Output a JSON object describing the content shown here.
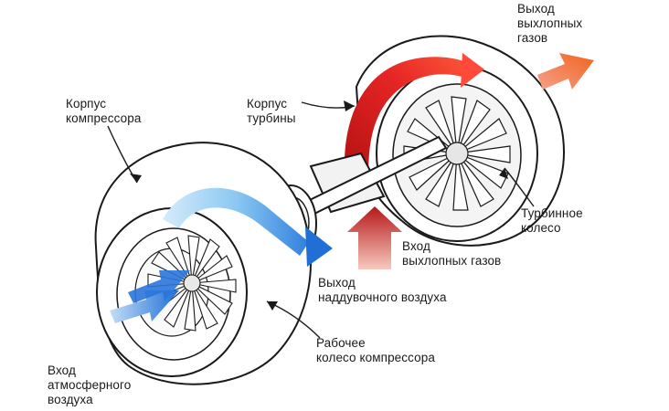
{
  "labels": {
    "compressor_housing": "Корпус\nкомпрессора",
    "turbine_housing": "Корпус\nтурбины",
    "exhaust_outlet": "Выход\nвыхлопных\nгазов",
    "turbine_wheel": "Турбинное\nколесо",
    "exhaust_inlet": "Вход\nвыхлопных газов",
    "boost_outlet": "Выход\nнаддувочного воздуха",
    "compressor_wheel": "Рабочее\nколесо компрессора",
    "air_inlet": "Вход\nатмосферного\nвоздуха"
  },
  "colors": {
    "cold_air": "#1f6fd6",
    "cold_air_light": "#8cc8f2",
    "hot_gas": "#d41f1f",
    "hot_gas_outlet": "#f0641e",
    "outline": "#1a1a1a"
  }
}
